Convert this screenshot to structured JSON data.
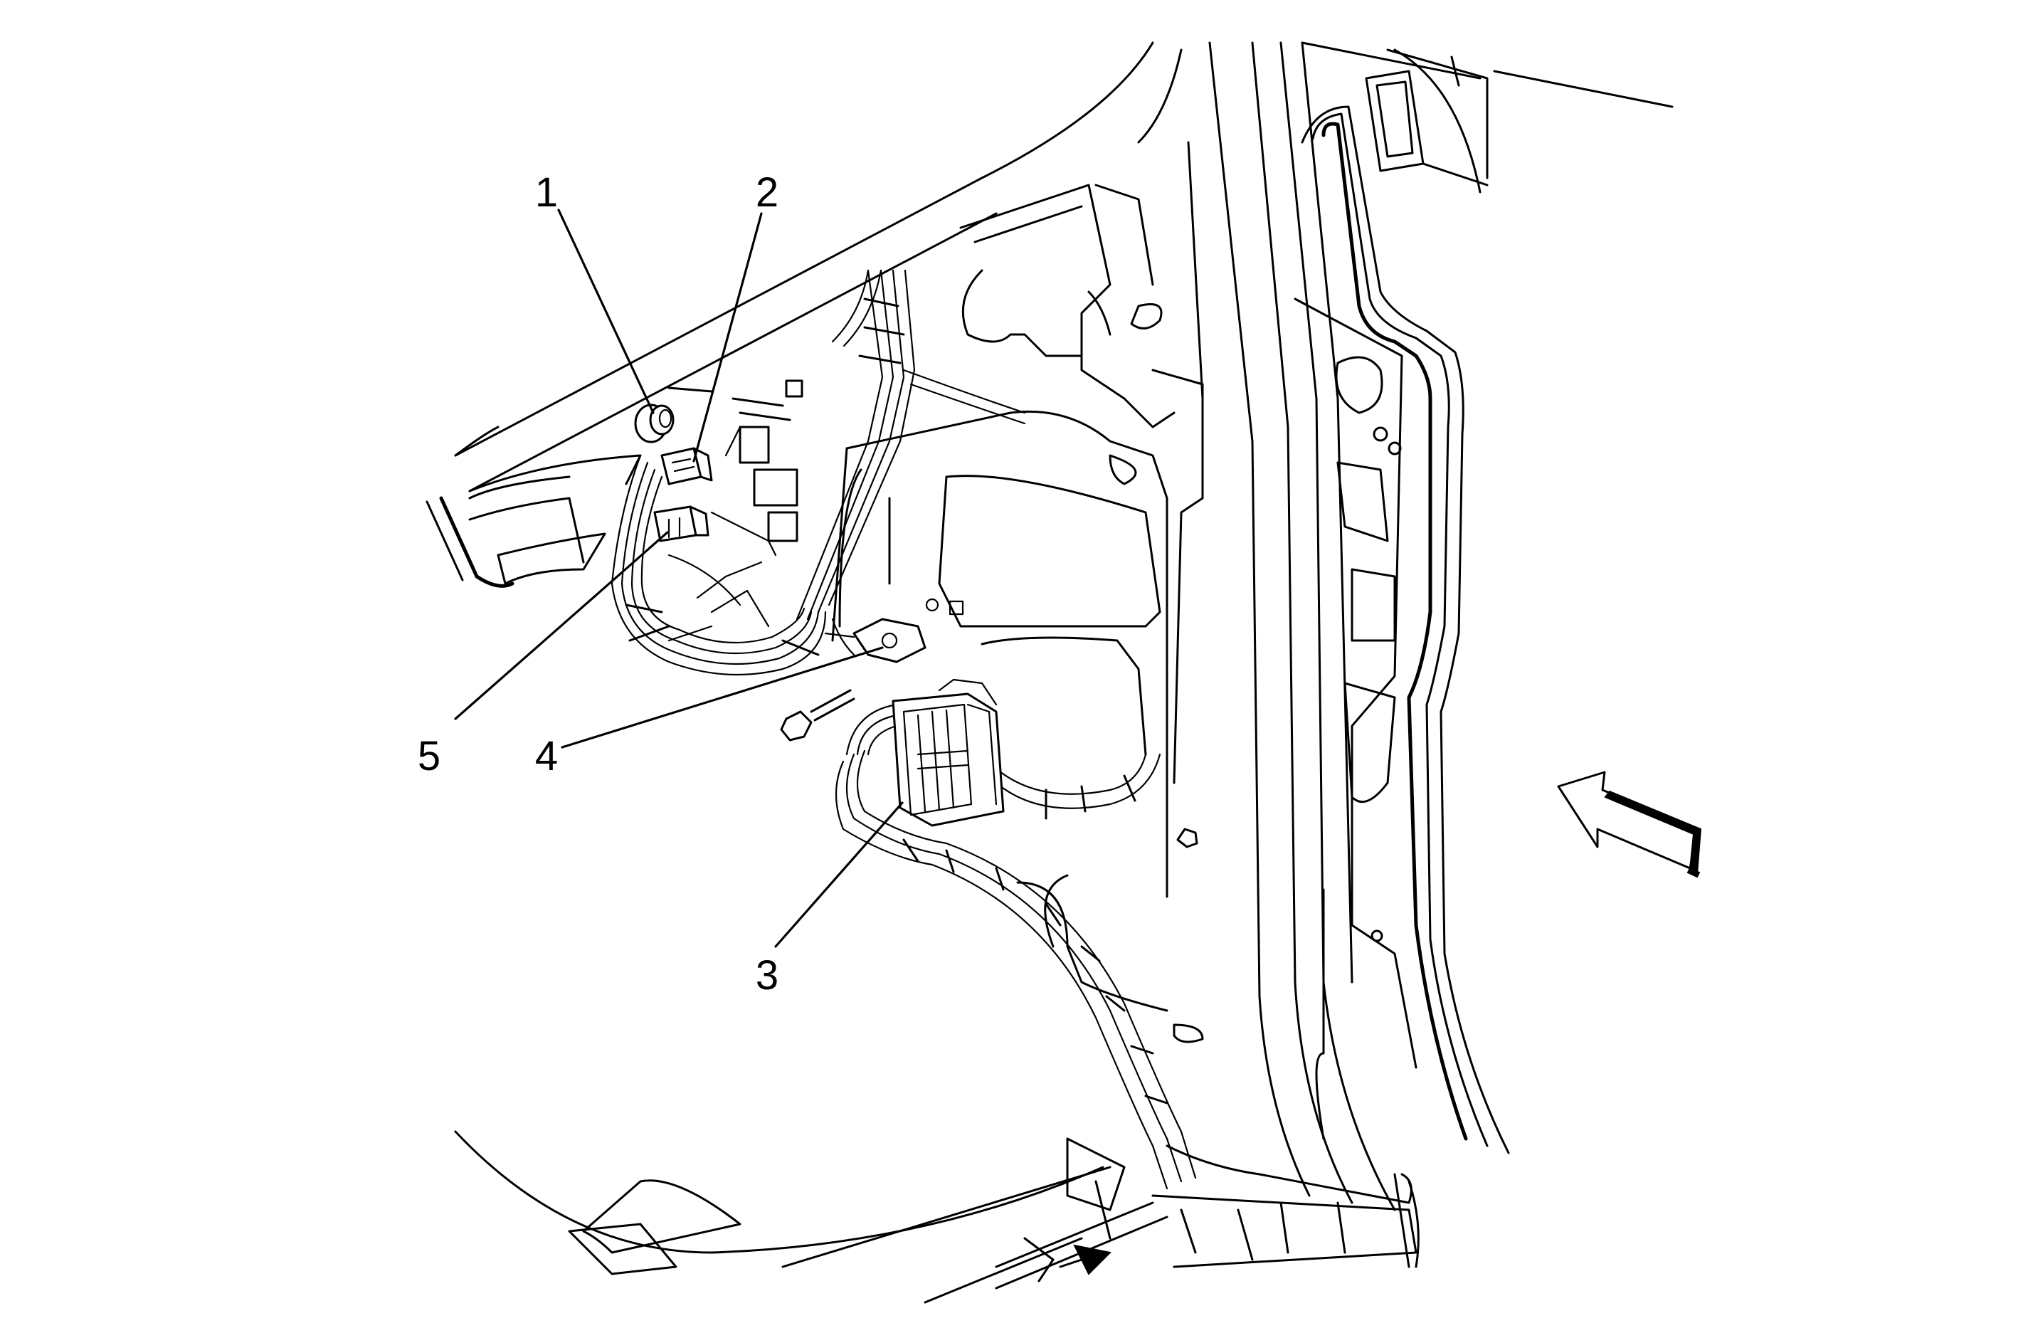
{
  "callouts": [
    {
      "id": "1",
      "label": "1",
      "part": "callout-1"
    },
    {
      "id": "2",
      "label": "2",
      "part": "callout-2"
    },
    {
      "id": "3",
      "label": "3",
      "part": "callout-3"
    },
    {
      "id": "4",
      "label": "4",
      "part": "callout-4"
    },
    {
      "id": "5",
      "label": "5",
      "part": "callout-5"
    }
  ],
  "view_arrow_icon": "view-direction-arrow-icon",
  "colors": {
    "line": "#000000",
    "background": "#ffffff"
  }
}
